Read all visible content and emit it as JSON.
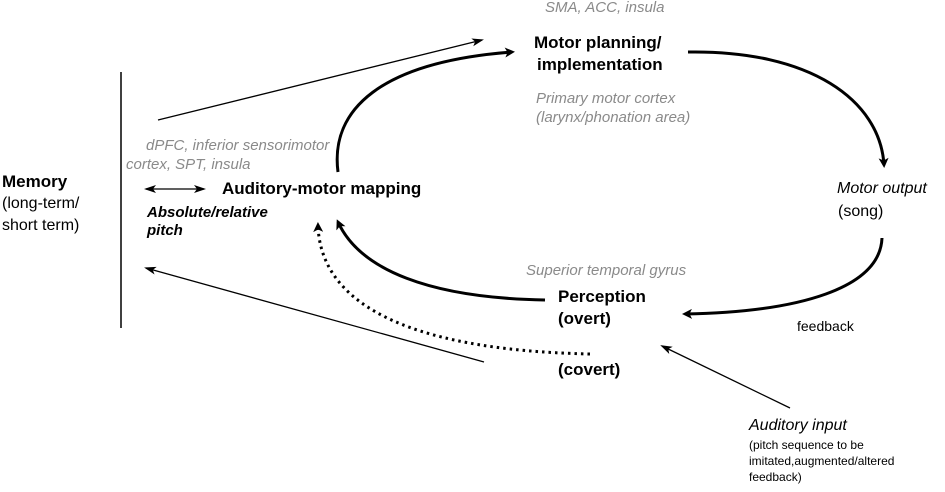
{
  "nodes": {
    "motor_planning": {
      "line1": "Motor planning/",
      "line2": "implementation"
    },
    "auditory_motor": "Auditory-motor mapping",
    "pitch": {
      "line1": "Absolute/relative",
      "line2": "pitch"
    },
    "motor_output": {
      "line1": "Motor output",
      "line2": "(song)"
    },
    "perception": {
      "line1": "Perception",
      "line2": "(overt)"
    },
    "covert": "(covert)",
    "memory": {
      "title": "Memory",
      "line2": "(long-term/",
      "line3": "short term)"
    },
    "auditory_input": {
      "title": "Auditory input",
      "d1": "(pitch sequence to be",
      "d2": "imitated,augmented/altered",
      "d3": "feedback)"
    },
    "feedback": "feedback"
  },
  "regions": {
    "top": "SMA, ACC, insula",
    "primary": {
      "line1": "Primary motor cortex",
      "line2": "(larynx/phonation area)"
    },
    "mapping": {
      "line1": "dPFC, inferior sensorimotor",
      "line2": "cortex, SPT, insula"
    },
    "superior": "Superior temporal gyrus"
  }
}
